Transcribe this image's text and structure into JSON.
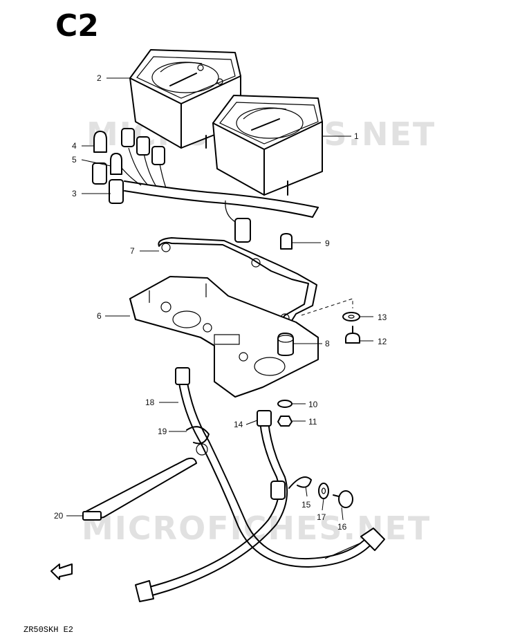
{
  "page": {
    "title": "C2",
    "footer": "ZR50SKH E2"
  },
  "watermark": {
    "text": "MICROFICHES.NET"
  },
  "callouts": [
    {
      "id": "1",
      "label": "1"
    },
    {
      "id": "2",
      "label": "2"
    },
    {
      "id": "3",
      "label": "3"
    },
    {
      "id": "4",
      "label": "4"
    },
    {
      "id": "5",
      "label": "5"
    },
    {
      "id": "6",
      "label": "6"
    },
    {
      "id": "7",
      "label": "7"
    },
    {
      "id": "8",
      "label": "8"
    },
    {
      "id": "9",
      "label": "9"
    },
    {
      "id": "10",
      "label": "10"
    },
    {
      "id": "11",
      "label": "11"
    },
    {
      "id": "12",
      "label": "12"
    },
    {
      "id": "13",
      "label": "13"
    },
    {
      "id": "14",
      "label": "14"
    },
    {
      "id": "15",
      "label": "15"
    },
    {
      "id": "16",
      "label": "16"
    },
    {
      "id": "17",
      "label": "17"
    },
    {
      "id": "18",
      "label": "18"
    },
    {
      "id": "19",
      "label": "19"
    },
    {
      "id": "20",
      "label": "20"
    }
  ]
}
